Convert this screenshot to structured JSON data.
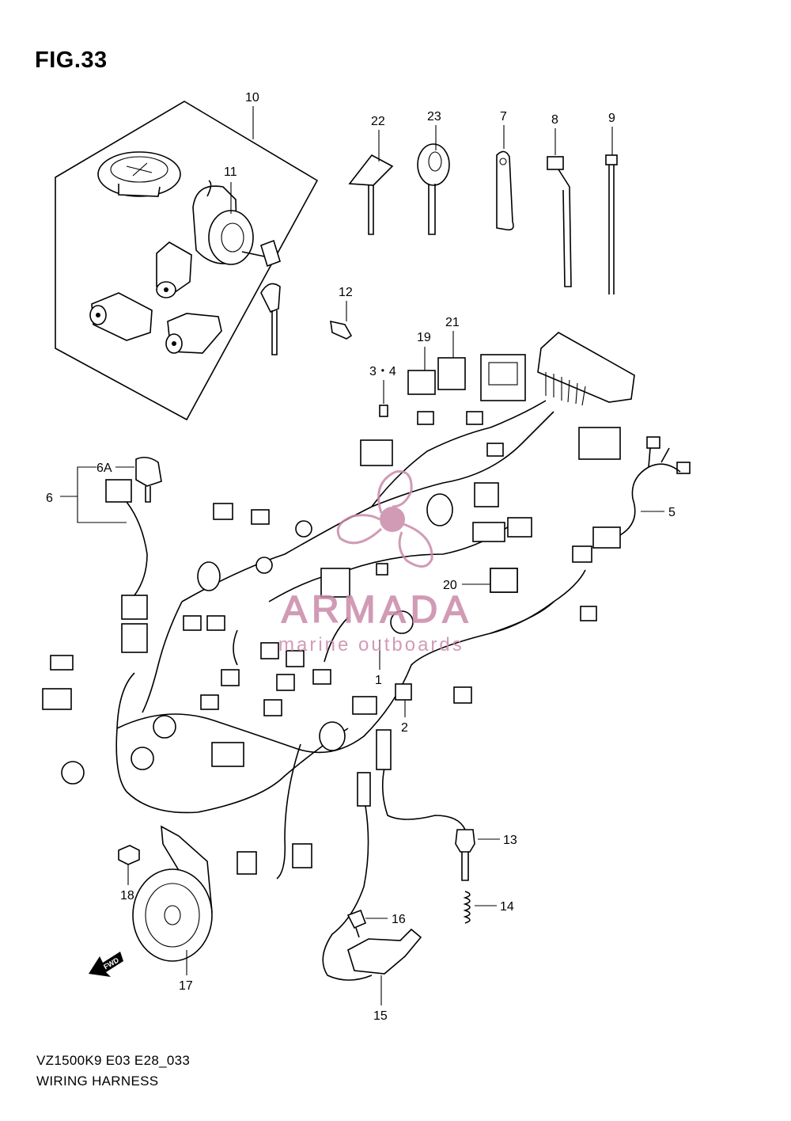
{
  "figure": {
    "title": "FIG.33",
    "model_code": "VZ1500K9 E03 E28_033",
    "caption": "WIRING HARNESS"
  },
  "callouts": [
    "10",
    "11",
    "22",
    "23",
    "7",
    "8",
    "9",
    "12",
    "19",
    "21",
    "3・4",
    "6A",
    "6",
    "5",
    "20",
    "1",
    "2",
    "13",
    "14",
    "16",
    "15",
    "18",
    "17"
  ],
  "direction_badge": "FWD",
  "watermark": {
    "brand": "ARMADA",
    "tagline": "marine outboards",
    "color": "#c98aa9"
  }
}
